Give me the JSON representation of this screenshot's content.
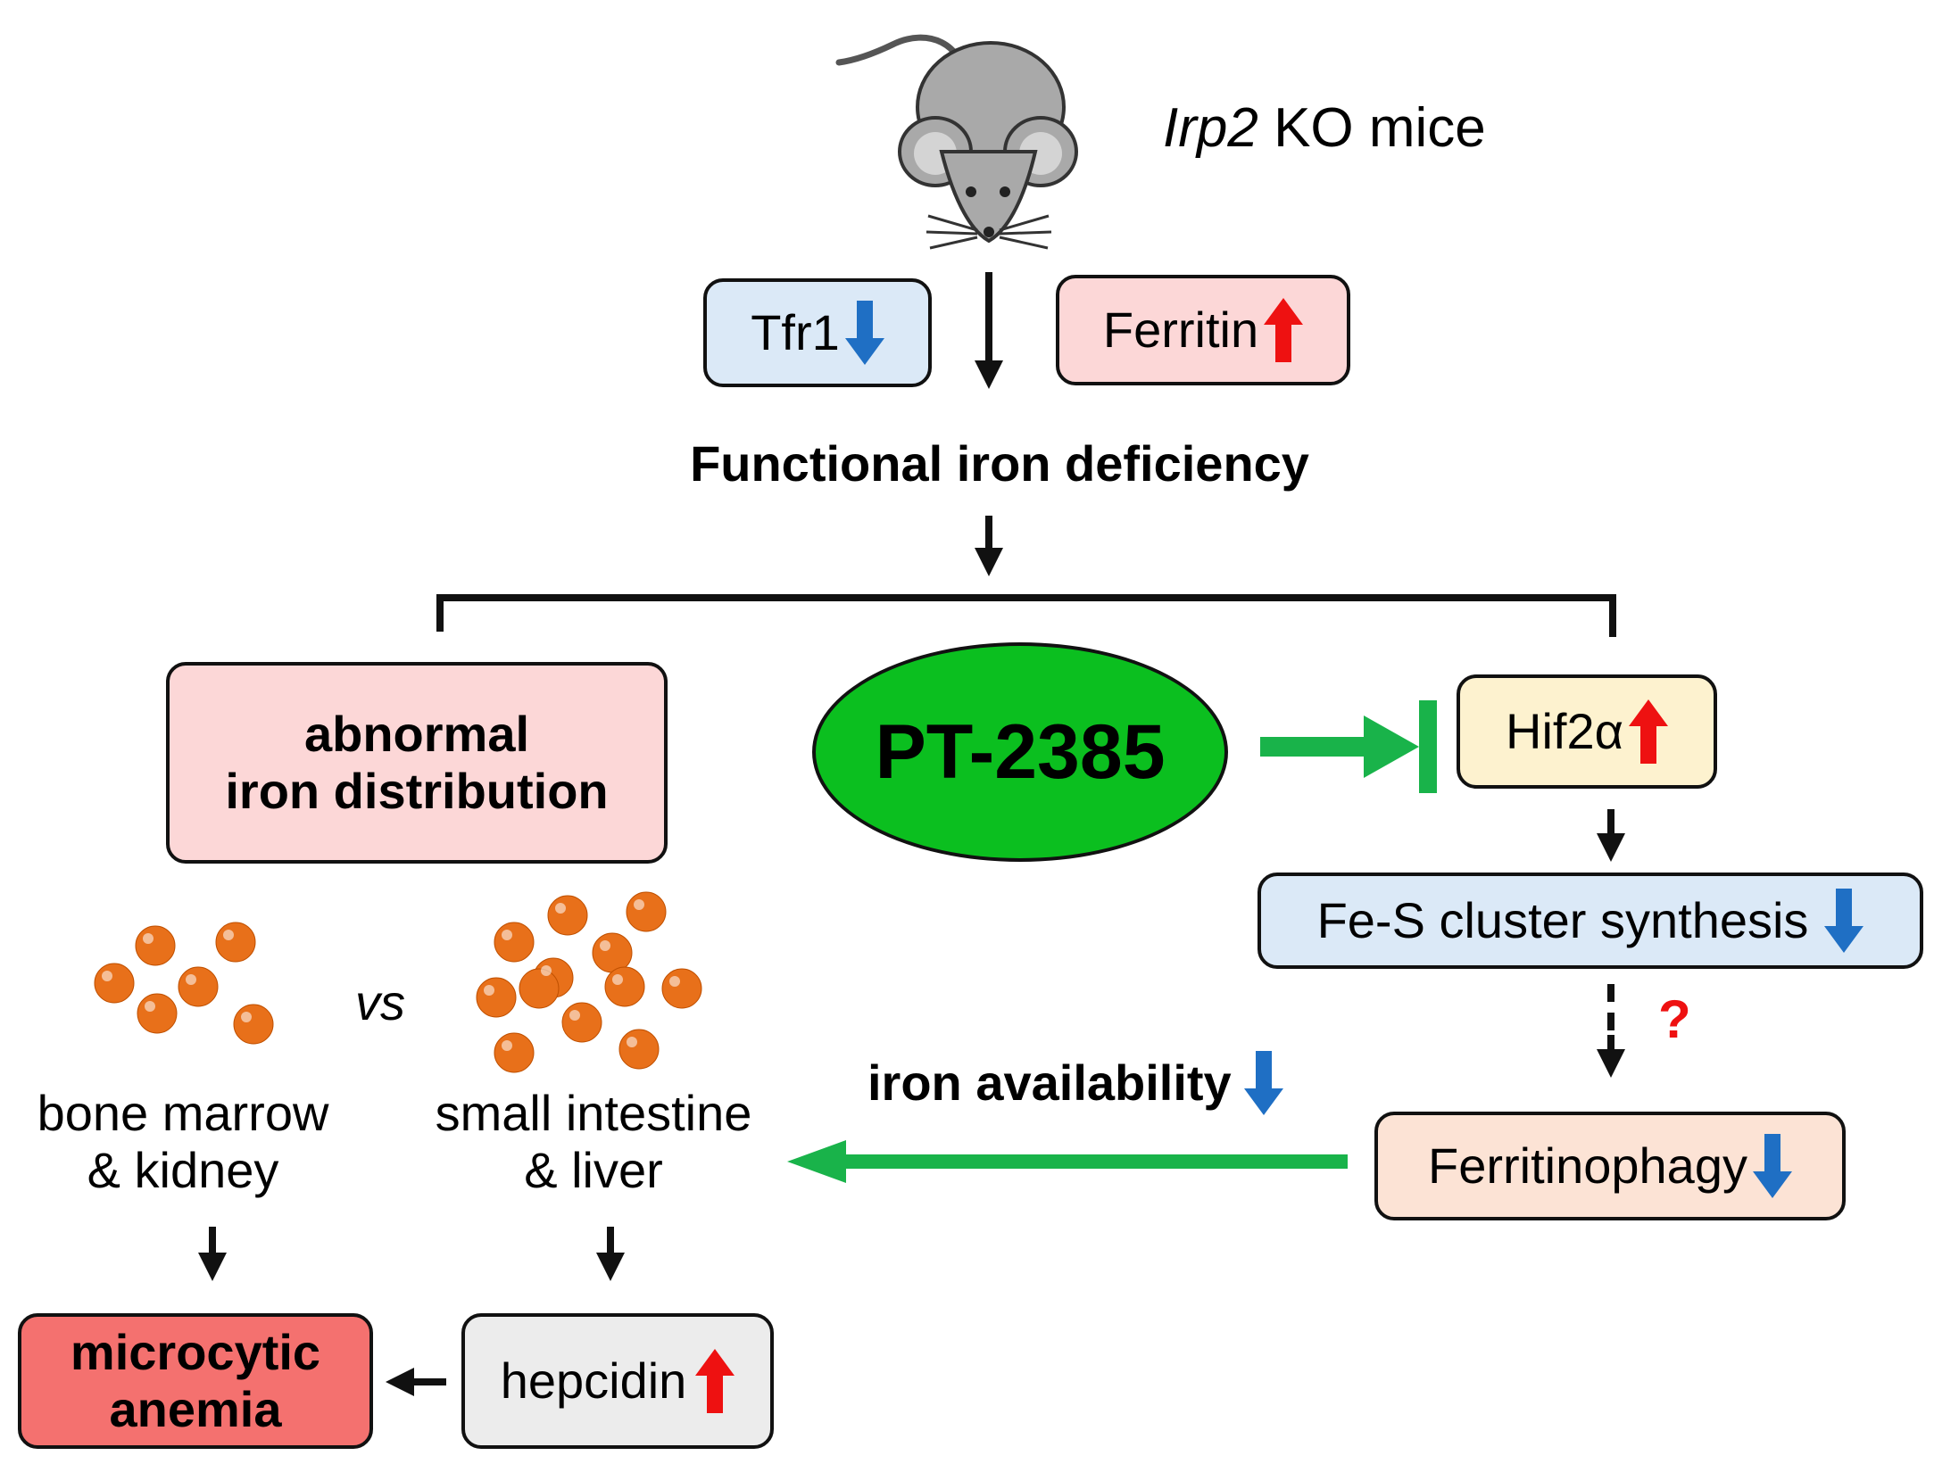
{
  "title": {
    "gene": "Irp2",
    "rest": "KO mice"
  },
  "tfr1": {
    "label": "Tfr1",
    "arrow": "down"
  },
  "ferritin": {
    "label": "Ferritin",
    "arrow": "up"
  },
  "functional_iron_deficiency": "Functional iron deficiency",
  "abnormal_iron": {
    "line1": "abnormal",
    "line2": "iron distribution"
  },
  "drug": "PT-2385",
  "hif2a": {
    "label": "Hif2α",
    "arrow": "up"
  },
  "fes": {
    "label": "Fe-S cluster synthesis",
    "arrow": "down"
  },
  "question_mark": "?",
  "ferritinophagy": {
    "label": "Ferritinophagy",
    "arrow": "down"
  },
  "iron_availability": {
    "label": "iron availability",
    "arrow": "down"
  },
  "vs": "vs",
  "bone_marrow": {
    "line1": "bone marrow",
    "line2": "& kidney"
  },
  "small_intestine": {
    "line1": "small intestine",
    "line2": "& liver"
  },
  "hepcidin": {
    "label": "hepcidin",
    "arrow": "up"
  },
  "anemia": {
    "line1": "microcytic",
    "line2": "anemia"
  },
  "colors": {
    "tfr1_fill": "#dbe9f7",
    "ferritin_fill": "#fcd7d7",
    "abnormal_fill": "#fcd7d7",
    "drug_fill": "#0bbf1f",
    "hif2a_fill": "#fdf2cf",
    "fes_fill": "#dbe9f7",
    "ferritinophagy_fill": "#fce3d5",
    "hepcidin_fill": "#ececec",
    "anemia_fill": "#f4716f",
    "inhibition": "#19b34a",
    "up_arrow": "#ee1111",
    "down_arrow": "#1f6fc4",
    "iron_particle": "#e8701a"
  }
}
